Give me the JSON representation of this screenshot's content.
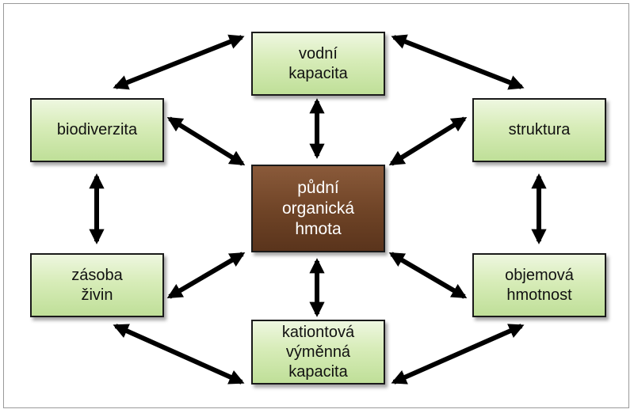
{
  "center": {
    "label": "půdní\norganická\nhmota"
  },
  "nodes": {
    "top": "vodní\nkapacita",
    "left_upper": "biodiverzita",
    "right_upper": "struktura",
    "left_lower": "zásoba\nživin",
    "right_lower": "objemová\nhmotnost",
    "bottom": "kationtová\nvýměnná\nkapacita"
  },
  "colors": {
    "node_fill": "#cfe7ab",
    "center_fill": "#6e4326",
    "arrow": "#000000"
  }
}
